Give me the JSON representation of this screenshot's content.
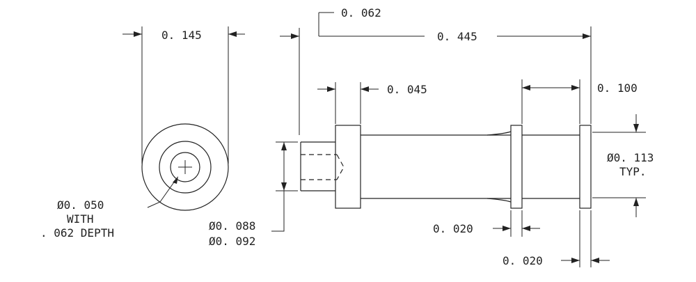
{
  "drawing": {
    "line_color": "#222222",
    "background": "#ffffff",
    "end_view": {
      "width_dim": "0. 145",
      "hole_note": [
        "Ø0. 050",
        "WITH",
        ". 062 DEPTH"
      ]
    },
    "side_view": {
      "dim_shank_length": "0. 062",
      "dim_overall_length": "0. 445",
      "dim_head_width": "0. 045",
      "dim_right_span": "0. 100",
      "dim_flange_diameter": [
        "Ø0. 113",
        "TYP."
      ],
      "dim_shank_diameter": [
        "Ø0. 088",
        "Ø0. 092"
      ],
      "dim_groove_width": "0. 020",
      "dim_end_flange_width": "0. 020"
    }
  }
}
